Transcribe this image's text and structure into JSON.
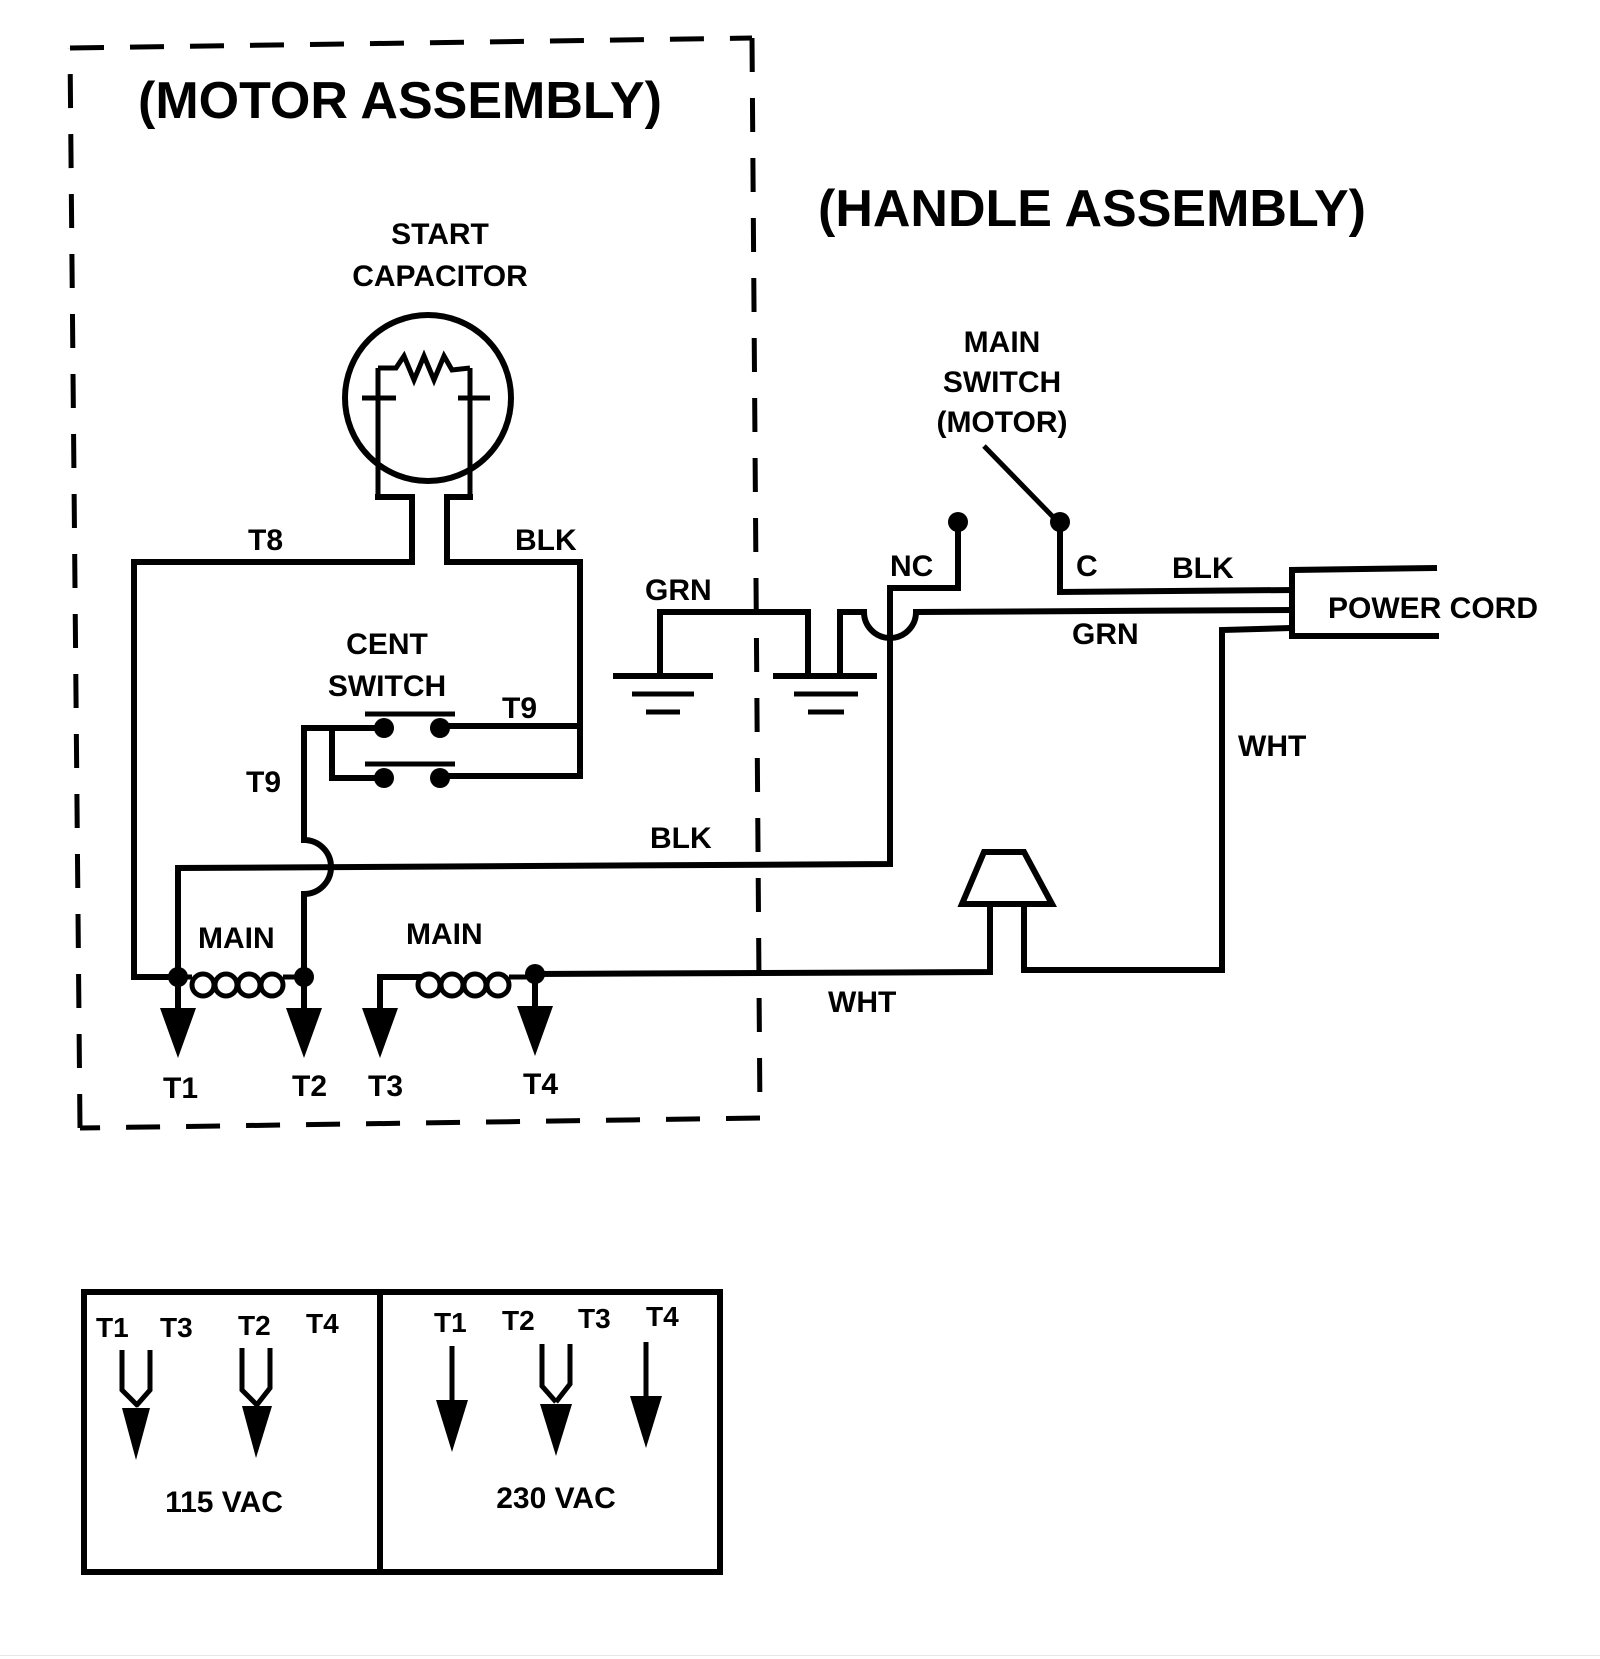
{
  "diagram": {
    "motor_assembly_title": "(MOTOR ASSEMBLY)",
    "handle_assembly_title": "(HANDLE ASSEMBLY)",
    "start_capacitor": {
      "line1": "START",
      "line2": "CAPACITOR"
    },
    "cent_switch": {
      "line1": "CENT",
      "line2": "SWITCH"
    },
    "main_switch": {
      "line1": "MAIN",
      "line2": "SWITCH",
      "line3": "(MOTOR)"
    },
    "wire_labels": {
      "t8": "T8",
      "blk_cap": "BLK",
      "grn_left": "GRN",
      "t9_right": "T9",
      "t9_left": "T9",
      "blk_mid": "BLK",
      "nc": "NC",
      "c": "C",
      "blk_cord": "BLK",
      "grn_cord": "GRN",
      "wht_right": "WHT",
      "wht_bottom": "WHT"
    },
    "power_cord": "POWER CORD",
    "windings": [
      {
        "label": "MAIN"
      },
      {
        "label": "MAIN"
      }
    ],
    "terminals": [
      "T1",
      "T2",
      "T3",
      "T4"
    ]
  },
  "voltage_table": {
    "panels": [
      {
        "name": "115 VAC",
        "voltage": "115 VAC",
        "terminal_labels": [
          "T1",
          "T3",
          "T2",
          "T4"
        ],
        "groups": [
          [
            "T1",
            "T3"
          ],
          [
            "T2",
            "T4"
          ]
        ]
      },
      {
        "name": "230 VAC",
        "voltage": "230 VAC",
        "terminal_labels": [
          "T1",
          "T2",
          "T3",
          "T4"
        ],
        "groups": [
          [
            "T1"
          ],
          [
            "T2",
            "T3"
          ],
          [
            "T4"
          ]
        ]
      }
    ]
  }
}
